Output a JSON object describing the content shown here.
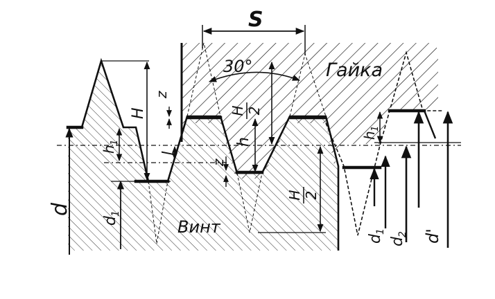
{
  "labels": {
    "pitch": "S",
    "angle": "30°",
    "nut": "Гайка",
    "screw": "Винт",
    "H_left": "H",
    "H_half_top_num": "H",
    "H_half_top_den": "2",
    "H_half_bottom_num": "H",
    "H_half_bottom_den": "2",
    "z_top": "z",
    "z_bottom": "z",
    "j": "J",
    "h": "h",
    "h1_left": "h",
    "h1_left_sub": "1",
    "h1_right": "h",
    "h1_right_sub": "1",
    "d": "d",
    "d1_left": "d",
    "d1_left_sub": "1",
    "d1_right": "d",
    "d1_right_sub": "1",
    "d2": "d",
    "d2_sub": "2",
    "d_prime": "d'"
  },
  "colors": {
    "ink": "#111111",
    "paper": "#ffffff"
  }
}
